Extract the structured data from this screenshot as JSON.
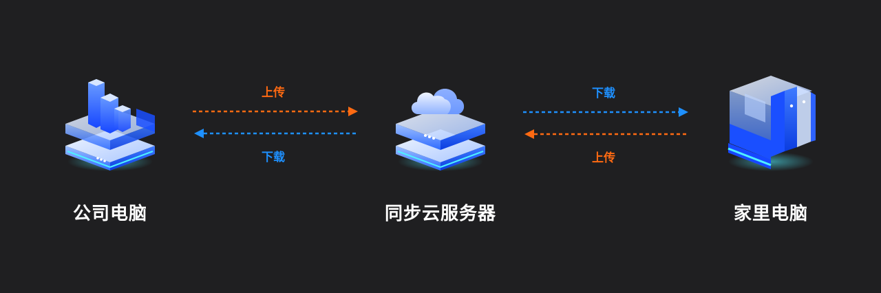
{
  "nodes": {
    "company": {
      "label": "公司电脑",
      "icon": "office-building-server-icon"
    },
    "server": {
      "label": "同步云服务器",
      "icon": "cloud-server-icon"
    },
    "home": {
      "label": "家里电脑",
      "icon": "home-computer-tower-icon"
    }
  },
  "flows": {
    "company_to_server": {
      "label": "上传",
      "color": "#ff6a12"
    },
    "server_to_company": {
      "label": "下载",
      "color": "#1e90ff"
    },
    "server_to_home": {
      "label": "下载",
      "color": "#1e90ff"
    },
    "home_to_server": {
      "label": "上传",
      "color": "#ff6a12"
    }
  },
  "colors": {
    "background": "#1f1f21",
    "upload": "#ff6a12",
    "download": "#1e90ff",
    "cube_blue": "#1a5bff",
    "cube_light": "#bcd4ff",
    "glow": "#4ff0ff"
  }
}
